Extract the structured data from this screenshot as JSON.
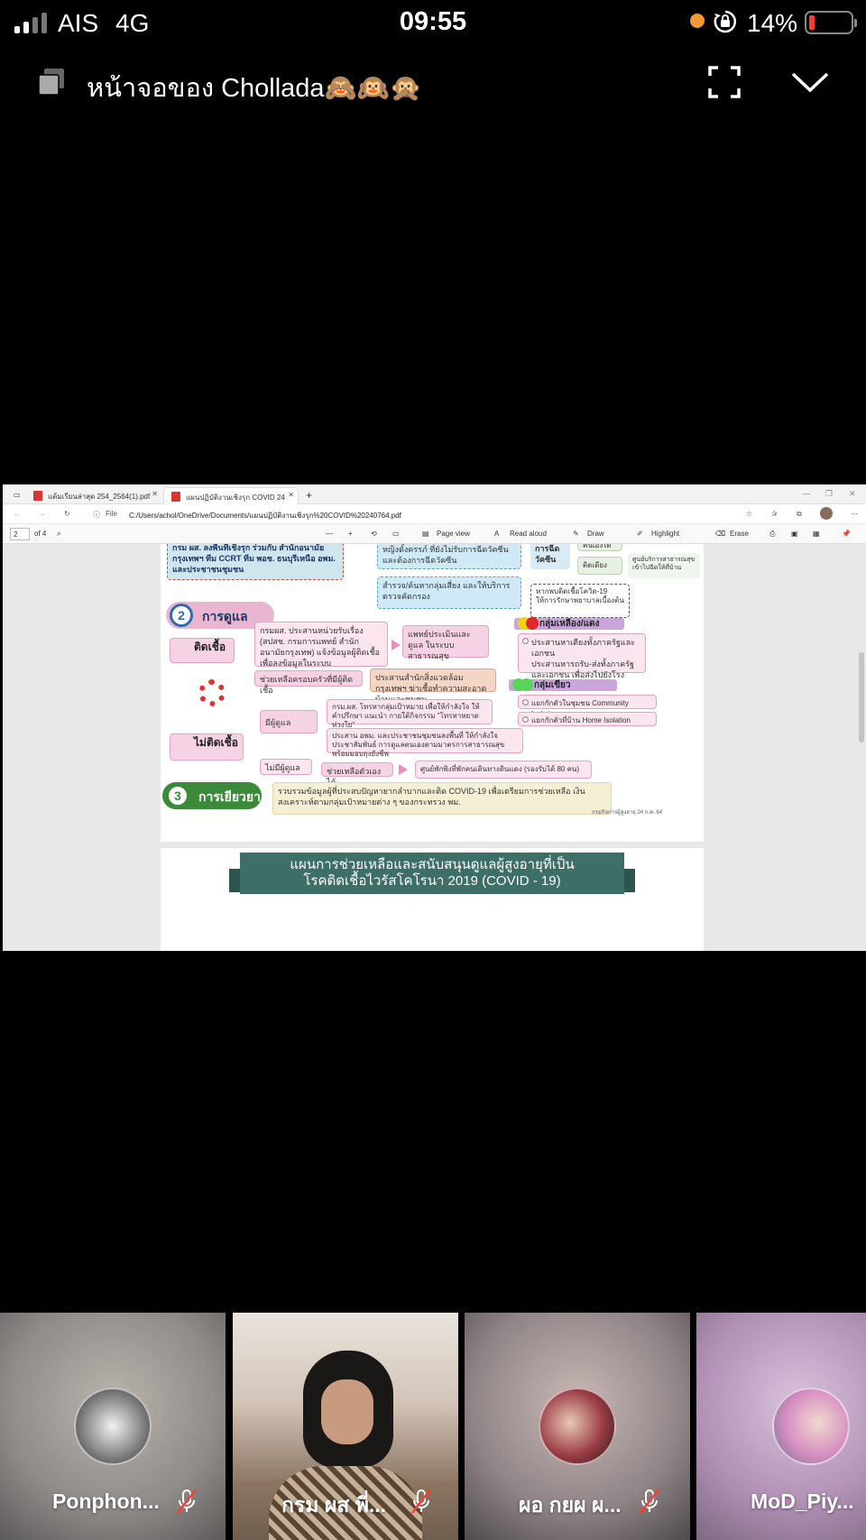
{
  "status_bar": {
    "carrier": "AIS",
    "network": "4G",
    "time": "09:55",
    "battery_percent": "14%",
    "battery_level": 0.14
  },
  "share_header": {
    "title": "หน้าจอของ Chollada🙈🙉🙊"
  },
  "browser": {
    "tabs": [
      {
        "label": "แต้มเรียนล่าสุด 254_2564(1).pdf"
      },
      {
        "label": "แผนปฏิบัติงานเชิงรุก COVID 24070..."
      }
    ],
    "address": "C:/Users/achol/OneDrive/Documents/แผนปฏิบัติงานเชิงรุก%20COVID%20240764.pdf",
    "file_label": "File",
    "page_current": "2",
    "page_total": "of 4",
    "toolbar": {
      "page_view": "Page view",
      "read_aloud": "Read aloud",
      "draw": "Draw",
      "highlight": "Highlight",
      "erase": "Erase"
    }
  },
  "document": {
    "page1": {
      "intro_box": "กรม ผส. ลงพื้นที่เชิงรุก ร่วมกับ สำนักอนามัย กรุงเทพฯ ทีม CCRT ทีม พอช. ธนบุรีเหนือ อพม. และประชาชนชุมชน",
      "vaccine_box": "หญิงตั้งครรภ์ ที่ยังไม่รับการฉีดวัคซีน และต้องการฉีดวัคซีน",
      "vaccine_label": "การฉีด วัคซีน",
      "vaccine_top": "คนเองได้",
      "bedridden_box": "ติดเตียง",
      "service_note": "ศูนย์บริการสาธารณสุข เข้าไปฉีดให้ที่บ้าน",
      "survey_box": "สำรวจ/ค้นหากลุ่มเสี่ยง และให้บริการ ตรวจคัดกรอง",
      "if_found": "หากพบติดเชื้อโควิด-19 ให้การรักษาพยาบาลเบื้องต้น",
      "section2": {
        "num": "2",
        "title": "การดูแล"
      },
      "infected_label": "ติดเชื้อ",
      "coord_box": "กรมผส. ประสานหน่วยรับเรื่อง (สปสช. กรมการแพทย์ สำนักอนามัยกรุงเทพ) แจ้งข้อมูลผู้ติดเชื้อ เพื่อลงข้อมูลในระบบ",
      "doctor_box": "แพทย์ประเมินและดูแล ในระบบสาธารณสุข",
      "group_yellow_red": "กลุ่มเหลือง/แดง",
      "yr_item1": "ประสานหาเตียงทั้งภาครัฐและเอกชน",
      "yr_item2": "ประสานหารถรับ-ส่งทั้งภาครัฐและเอกชน เพื่อส่งไปยังโรงพยาบาล",
      "help_family": "ช่วยเหลือครอบครัวที่มีผู้ติดเชื้อ",
      "env_box": "ประสานสำนักสิ่งแวดล้อม กรุงเทพฯ ฆ่าเชื้อทำความสะอาดบ้านและชุมชน",
      "group_green": "กลุ่มเขียว",
      "green_item1": "แยกกักตัวในชุมชน Community Isolation",
      "green_item2": "แยกกักตัวที่บ้าน Home Isolation",
      "not_infected_label": "ไม่ติดเชื้อ",
      "has_caregiver": "มีผู้ดูแล",
      "caregiver_box": "กรม.ผส. โทรหากลุ่มเป้าหมาย เพื่อให้กำลังใจ ให้คำปรึกษา แนะนำ กายใต้กิจกรรม \"โทรหาหยาดห่วงใย\"",
      "community_box": "ประสาน อพม. และประชาชนชุมชนลงพื้นที่ ให้กำลังใจ ประชาสัมพันธ์ การดูแลตนเองตามมาตรการสาธารณสุข พร้อมมอบถุงยังชีพ",
      "no_caregiver": "ไม่มีผู้ดูแล",
      "self_help": "ช่วยเหลือตัวเองได้",
      "center_box": "ศูนย์พักพิงที่พักคนเดินทางดินแดง (รองรับได้ 80 คน)",
      "section3": {
        "num": "3",
        "title": "การเยียวยา"
      },
      "remedy_box": "รวบรวมข้อมูลผู้ที่ประสบปัญหายากลำบากและติด COVID-19 เพื่อเตรียมการช่วยเหลือ เงินสงเคราะห์ตามกลุ่มเป้าหมายต่าง ๆ ของกระทรวง พม.",
      "footer_note": "กรมกิจการผู้สูงอายุ 24 ก.ค. 64"
    },
    "page2": {
      "banner_line1": "แผนการช่วยเหลือและสนับสนุนดูแลผู้สูงอายุที่เป็น",
      "banner_line2": "โรคติดเชื้อไวรัสโคโรนา 2019 (COVID - 19)"
    }
  },
  "participants": [
    {
      "name": "Ponphon...",
      "muted": true
    },
    {
      "name": "กรม ผส พี่...",
      "muted": true
    },
    {
      "name": "ผอ กยผ ผ...",
      "muted": true
    },
    {
      "name": "MoD_Piy...",
      "muted": false
    }
  ],
  "colors": {
    "accent_orange": "#f19a35",
    "battery_red": "#ff3b30",
    "banner_teal": "#3d6e68"
  }
}
